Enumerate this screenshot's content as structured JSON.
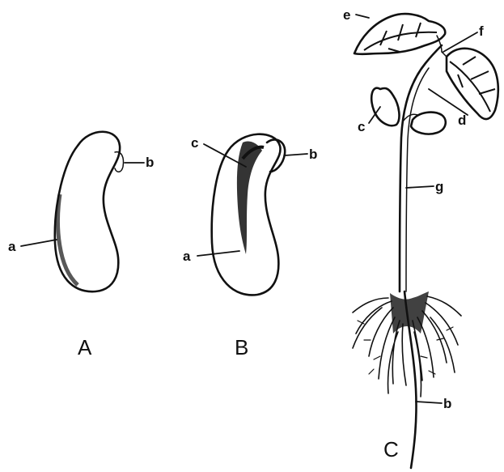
{
  "figures": [
    {
      "id": "A",
      "caption": "A"
    },
    {
      "id": "B",
      "caption": "B"
    },
    {
      "id": "C",
      "caption": "C"
    }
  ],
  "labels": {
    "a": "a",
    "b": "b",
    "c": "c",
    "d": "d",
    "e": "e",
    "f": "f",
    "g": "g"
  }
}
